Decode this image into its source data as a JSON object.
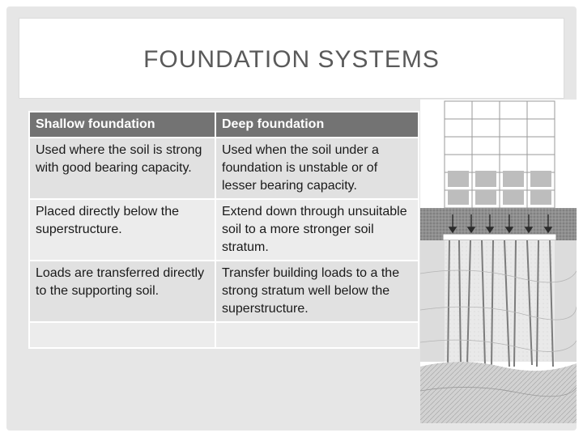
{
  "slide": {
    "title": "Foundation Systems"
  },
  "table": {
    "headers": [
      "Shallow foundation",
      "Deep foundation"
    ],
    "rows": [
      [
        "Used where the soil is strong with good bearing capacity.",
        "Used when the soil under a foundation is unstable or of lesser bearing capacity."
      ],
      [
        "Placed directly below the superstructure.",
        "Extend down through unsuitable soil to a more stronger soil stratum."
      ],
      [
        "Loads are transferred directly to the supporting soil.",
        "Transfer building loads to a the strong stratum well below the superstructure."
      ],
      [
        "",
        ""
      ]
    ]
  },
  "illustration": {
    "icon": "deep-foundation-piles-illustration",
    "colors": {
      "soil": "#8a8a8a",
      "lines": "#9a9a9a",
      "background": "#ffffff"
    }
  }
}
